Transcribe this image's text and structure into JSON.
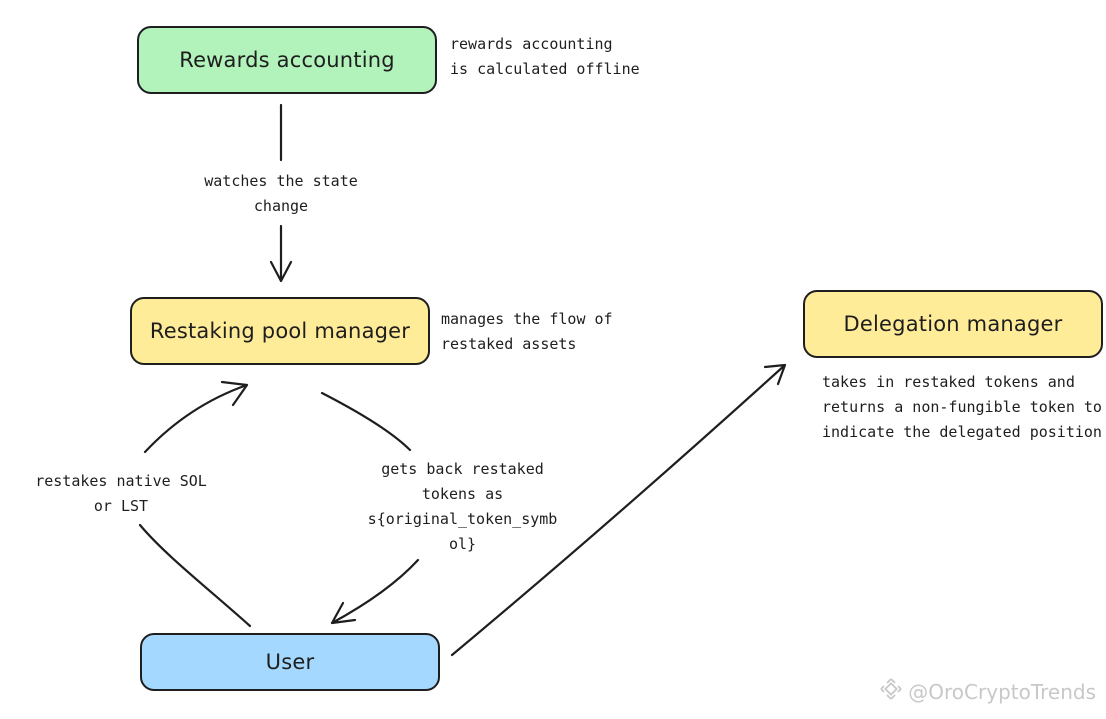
{
  "nodes": {
    "rewards_accounting": {
      "label": "Rewards accounting",
      "fill": "#b2f2bb"
    },
    "restaking_pool_manager": {
      "label": "Restaking pool manager",
      "fill": "#ffec99"
    },
    "delegation_manager": {
      "label": "Delegation manager",
      "fill": "#ffec99"
    },
    "user": {
      "label": "User",
      "fill": "#a5d8ff"
    }
  },
  "notes": {
    "rewards_accounting": "rewards accounting\nis calculated offline",
    "restaking_pool_manager": "manages the flow of\nrestaked assets",
    "delegation_manager": "takes in restaked tokens and\nreturns a non-fungible token to\nindicate the delegated position"
  },
  "edges": {
    "watches": "watches the state\nchange",
    "restakes": "restakes native SOL\nor LST",
    "gets_back": "gets back restaked\ntokens as\ns{original_token_symb\nol}"
  },
  "watermark": {
    "text": "@OroCryptoTrends",
    "icon": "binance-logo-icon"
  }
}
